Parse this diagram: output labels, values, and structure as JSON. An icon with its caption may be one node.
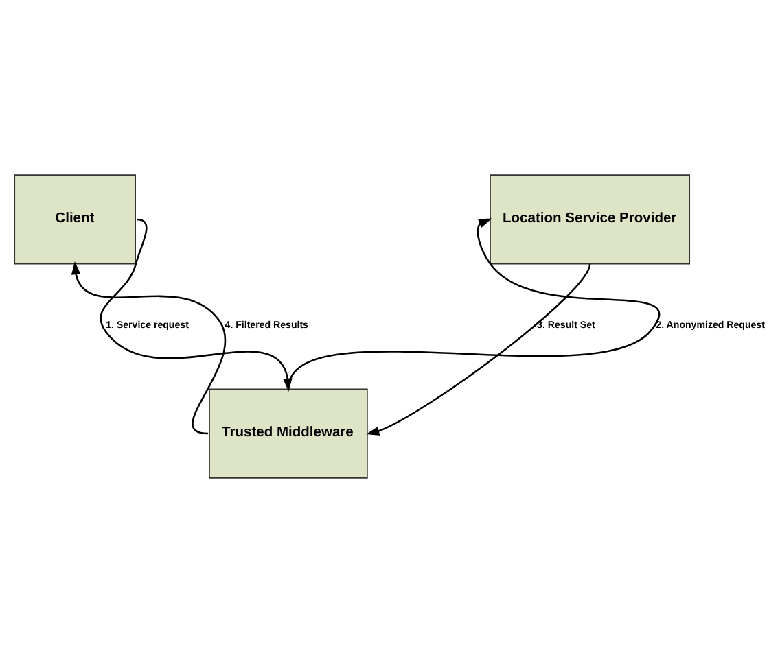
{
  "diagram": {
    "nodes": [
      {
        "text": [
          "Client"
        ]
      },
      {
        "text": [
          "Location Service Provider"
        ]
      },
      {
        "text": [
          "Trusted Middleware"
        ]
      }
    ],
    "edges": [
      {
        "from": 0,
        "to": 2,
        "arrow": "to",
        "label": "1. Service request"
      },
      {
        "from": 2,
        "to": 1,
        "arrow": "to",
        "label": "2. Anonymized Request"
      },
      {
        "from": 1,
        "to": 2,
        "arrow": "to",
        "label": "3. Result Set"
      },
      {
        "from": 2,
        "to": 0,
        "arrow": "to",
        "label": "4. Filtered Results"
      }
    ]
  }
}
